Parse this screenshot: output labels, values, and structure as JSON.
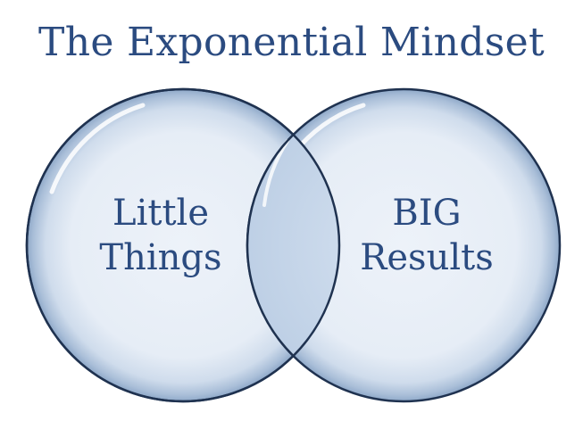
{
  "title": "The Exponential Mindset",
  "circles": {
    "left": {
      "line1": "Little",
      "line2": "Things"
    },
    "right": {
      "line1": "BIG",
      "line2": "Results"
    }
  },
  "colors": {
    "text": "#2b4b80",
    "circle_fill": "#e8eef7",
    "circle_stroke": "#1f3250",
    "overlap_fill": "#d2dff0"
  }
}
